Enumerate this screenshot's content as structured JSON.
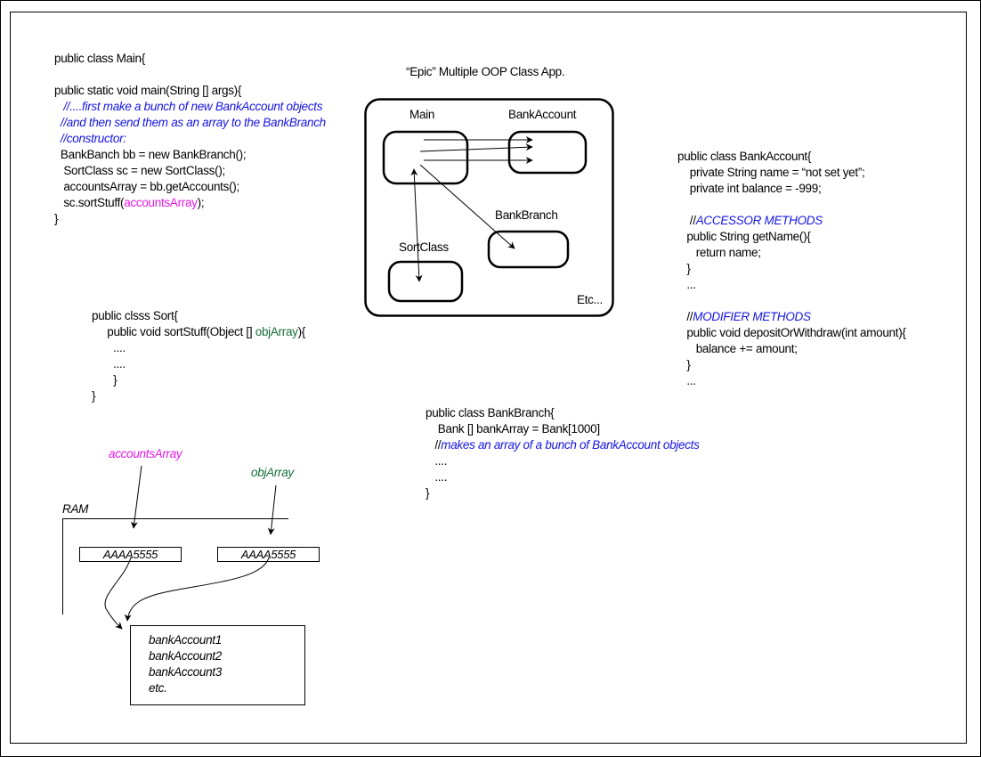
{
  "main_class": {
    "lines": [
      [
        {
          "t": "public class Main{",
          "c": ""
        }
      ],
      [
        {
          "t": "",
          "c": ""
        }
      ],
      [
        {
          "t": "public static void main(String [] args){",
          "c": ""
        }
      ],
      [
        {
          "t": "   //....first make a bunch of new BankAccount objects",
          "c": "cmt"
        }
      ],
      [
        {
          "t": "  //and then send them as an array to the BankBranch",
          "c": "cmt"
        }
      ],
      [
        {
          "t": "  //constructor:",
          "c": "cmt"
        }
      ],
      [
        {
          "t": "  BankBanch bb = new BankBranch();",
          "c": ""
        }
      ],
      [
        {
          "t": "   SortClass sc = new SortClass();",
          "c": ""
        }
      ],
      [
        {
          "t": "   accountsArray = bb.getAccounts();",
          "c": ""
        }
      ],
      [
        {
          "t": "   sc.sortStuff(",
          "c": ""
        },
        {
          "t": "accountsArray",
          "c": "mag"
        },
        {
          "t": ");",
          "c": ""
        }
      ],
      [
        {
          "t": "}",
          "c": ""
        }
      ]
    ]
  },
  "diagram": {
    "title": "“Epic” Multiple OOP Class App.",
    "nodes": {
      "main": "Main",
      "bank_account": "BankAccount",
      "bank_branch": "BankBranch",
      "sort_class": "SortClass"
    },
    "etc": "Etc..."
  },
  "bank_account_class": {
    "lines": [
      [
        {
          "t": "public class BankAccount{",
          "c": ""
        }
      ],
      [
        {
          "t": "    private String name = “not set yet”;",
          "c": ""
        }
      ],
      [
        {
          "t": "    private int balance = -999;",
          "c": ""
        }
      ],
      [
        {
          "t": "",
          "c": ""
        }
      ],
      [
        {
          "t": "    //",
          "c": ""
        },
        {
          "t": "ACCESSOR METHODS",
          "c": "cmt"
        }
      ],
      [
        {
          "t": "   public String getName(){",
          "c": ""
        }
      ],
      [
        {
          "t": "      return name;",
          "c": ""
        }
      ],
      [
        {
          "t": "   }",
          "c": ""
        }
      ],
      [
        {
          "t": "   ...",
          "c": ""
        }
      ],
      [
        {
          "t": "",
          "c": ""
        }
      ],
      [
        {
          "t": "   //",
          "c": ""
        },
        {
          "t": "MODIFIER METHODS",
          "c": "cmt"
        }
      ],
      [
        {
          "t": "   public void depositOrWithdraw(int amount){",
          "c": ""
        }
      ],
      [
        {
          "t": "      balance += amount;",
          "c": ""
        }
      ],
      [
        {
          "t": "   }",
          "c": ""
        }
      ],
      [
        {
          "t": "   ...",
          "c": ""
        }
      ]
    ]
  },
  "sort_class": {
    "lines": [
      [
        {
          "t": "public clsss Sort{",
          "c": ""
        }
      ],
      [
        {
          "t": "     public void sortStuff(Object [] ",
          "c": ""
        },
        {
          "t": "objArray",
          "c": "grn"
        },
        {
          "t": "){",
          "c": ""
        }
      ],
      [
        {
          "t": "       ....",
          "c": ""
        }
      ],
      [
        {
          "t": "       ....",
          "c": ""
        }
      ],
      [
        {
          "t": "       }",
          "c": ""
        }
      ],
      [
        {
          "t": "}",
          "c": ""
        }
      ]
    ]
  },
  "bank_branch_class": {
    "lines": [
      [
        {
          "t": "public class BankBranch{",
          "c": ""
        }
      ],
      [
        {
          "t": "    Bank [] bankArray = Bank[1000]",
          "c": ""
        }
      ],
      [
        {
          "t": "   //",
          "c": ""
        },
        {
          "t": "makes an array of a bunch of BankAccount objects",
          "c": "cmt"
        }
      ],
      [
        {
          "t": "   ....",
          "c": ""
        }
      ],
      [
        {
          "t": "   ....",
          "c": ""
        }
      ],
      [
        {
          "t": "}",
          "c": ""
        }
      ]
    ]
  },
  "memory": {
    "ref_label_1": "accountsArray",
    "ref_label_2": "objArray",
    "ram_label": "RAM",
    "address_1": "AAAA5555",
    "address_2": "AAAA5555",
    "objects": [
      "bankAccount1",
      "bankAccount2",
      "bankAccount3",
      "etc."
    ]
  },
  "colors": {
    "comment": "#1414e6",
    "accounts_array": "#e619e6",
    "obj_array": "#16703a"
  }
}
